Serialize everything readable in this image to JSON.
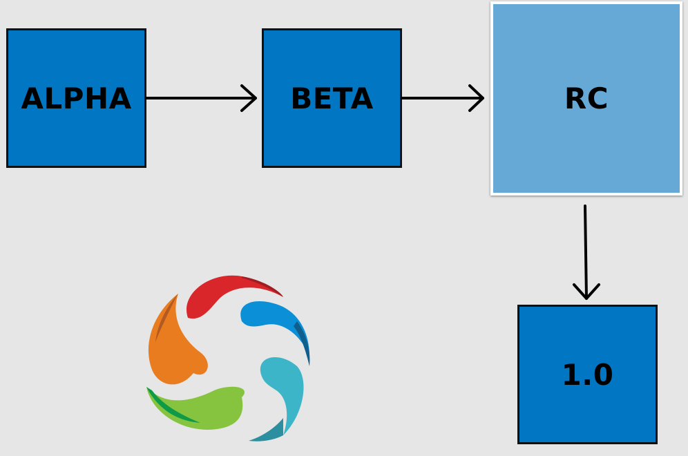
{
  "nodes": {
    "alpha": "ALPHA",
    "beta": "BETA",
    "rc": "RC",
    "release": "1.0"
  },
  "colors": {
    "background": "#e6e6e6",
    "node_dark": "#0176c3",
    "node_light": "#66a9d6",
    "arrow": "#000000"
  },
  "logo": {
    "icon": "pinwheel-logo-icon",
    "petal_colors": [
      "#d8262b",
      "#0b8fd6",
      "#3db5c8",
      "#86c440",
      "#e97c1f"
    ]
  }
}
